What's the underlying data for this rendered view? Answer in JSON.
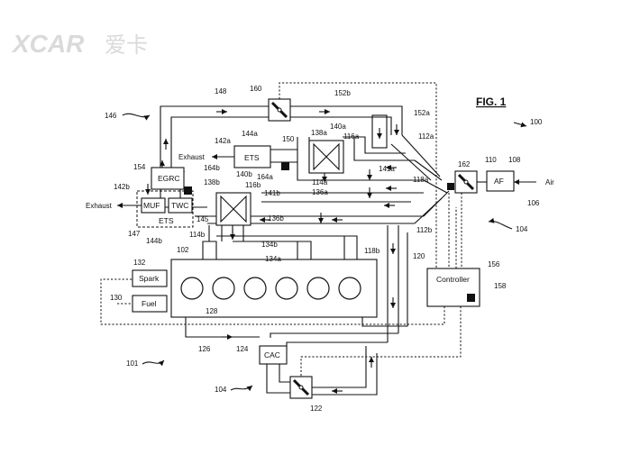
{
  "watermark": {
    "logo_text": "XCAR",
    "logo_cn": "爱卡"
  },
  "figure": {
    "title": "FIG. 1"
  },
  "components": {
    "egrc": "EGRC",
    "ets_upper": "ETS",
    "ets_lower": "ETS",
    "muf": "MUF",
    "twc": "TWC",
    "af": "AF",
    "spark": "Spark",
    "fuel": "Fuel",
    "controller": "Controller",
    "cac": "CAC"
  },
  "flows": {
    "exhaust_upper": "Exhaust",
    "exhaust_lower": "Exhaust",
    "air": "Air"
  },
  "reference_numerals": {
    "n100": "100",
    "n101": "101",
    "n102": "102",
    "n104a": "104",
    "n104b": "104",
    "n106": "106",
    "n108": "108",
    "n110": "110",
    "n112a": "112a",
    "n112b": "112b",
    "n114a": "114a",
    "n114b": "114b",
    "n116a": "116a",
    "n116b": "116b",
    "n118a": "118a",
    "n118b": "118b",
    "n120": "120",
    "n122": "122",
    "n124": "124",
    "n126": "126",
    "n128": "128",
    "n130": "130",
    "n132": "132",
    "n134a": "134a",
    "n134b": "134b",
    "n136a": "136a",
    "n136b": "136b",
    "n138a": "138a",
    "n138b": "138b",
    "n140a": "140a",
    "n140b": "140b",
    "n141a": "141a",
    "n141b": "141b",
    "n142a": "142a",
    "n142b": "142b",
    "n144a": "144a",
    "n144b": "144b",
    "n145": "145",
    "n146": "146",
    "n147": "147",
    "n148": "148",
    "n150": "150",
    "n152a": "152a",
    "n152b": "152b",
    "n154": "154",
    "n156": "156",
    "n158": "158",
    "n160": "160",
    "n162": "162",
    "n164a": "164a",
    "n164b": "164b"
  }
}
